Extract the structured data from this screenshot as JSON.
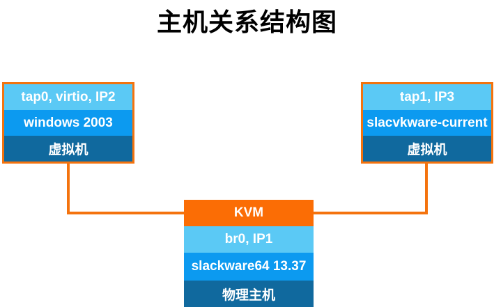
{
  "title": "主机关系结构图",
  "palette": {
    "orange_border": "#F4730E",
    "orange_kvm": "#FB6D05",
    "light_blue": "#5BC9F5",
    "azure_blue": "#0C9AF0",
    "dark_blue": "#10699E",
    "text_white": "#FFFFFF",
    "title_black": "#000000"
  },
  "diagram": {
    "nodes": {
      "vm1": {
        "rows": [
          "tap0, virtio, IP2",
          "windows 2003",
          "虚拟机"
        ]
      },
      "vm2": {
        "rows": [
          "tap1, IP3",
          "slacvkware-current",
          "虚拟机"
        ]
      },
      "host": {
        "rows": [
          "KVM",
          "br0, IP1",
          "slackware64 13.37",
          "物理主机"
        ]
      }
    }
  }
}
